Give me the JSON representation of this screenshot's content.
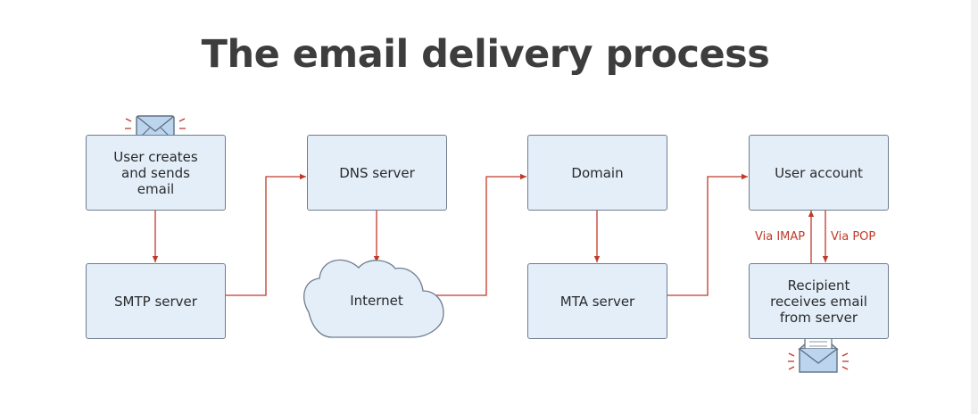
{
  "title": "The email delivery process",
  "nodes": {
    "user_creates": [
      "User creates",
      "and sends",
      "email"
    ],
    "smtp_server": [
      "SMTP server"
    ],
    "dns_server": [
      "DNS server"
    ],
    "internet": "Internet",
    "domain": [
      "Domain"
    ],
    "mta_server": [
      "MTA server"
    ],
    "user_account": [
      "User account"
    ],
    "recipient": [
      "Recipient",
      "receives email",
      "from server"
    ]
  },
  "labels": {
    "via_imap": "Via IMAP",
    "via_pop": "Via POP"
  },
  "colors": {
    "box_fill": "#e3eef9",
    "box_border": "#6f7d8c",
    "arrow": "#c0392b",
    "title": "#3d3d3d"
  },
  "icons": {
    "sender": "envelope-icon",
    "receiver": "open-envelope-icon"
  }
}
